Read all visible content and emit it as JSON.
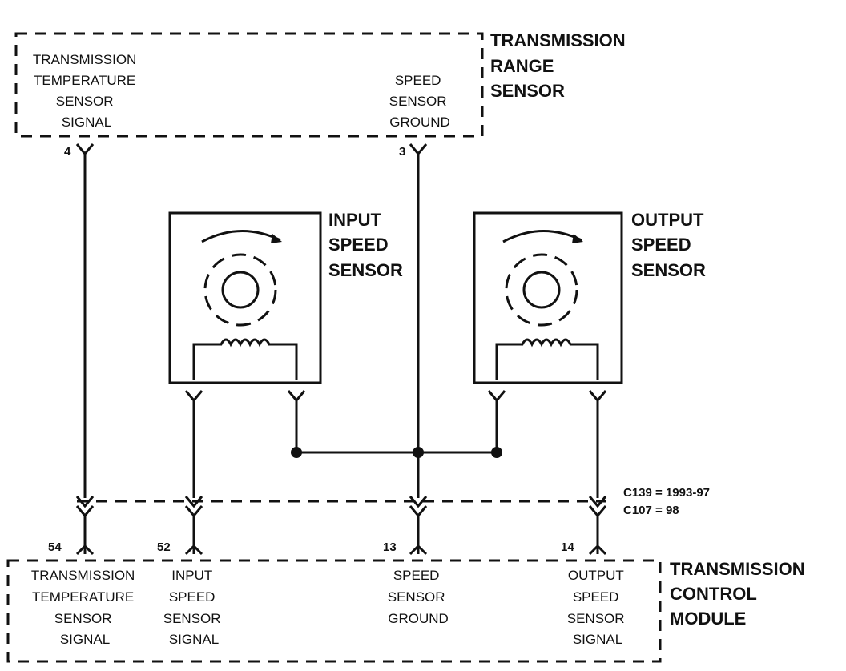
{
  "range_sensor": {
    "title": [
      "TRANSMISSION",
      "RANGE",
      "SENSOR"
    ],
    "temp_signal": [
      "TRANSMISSION",
      "TEMPERATURE",
      "SENSOR",
      "SIGNAL"
    ],
    "speed_ground": [
      "SPEED",
      "SENSOR",
      "GROUND"
    ],
    "pin_temp": "4",
    "pin_ground": "3"
  },
  "input_sensor": {
    "title": [
      "INPUT",
      "SPEED",
      "SENSOR"
    ]
  },
  "output_sensor": {
    "title": [
      "OUTPUT",
      "SPEED",
      "SENSOR"
    ]
  },
  "connector": {
    "line1": "C139 = 1993-97",
    "line2": "C107 = 98"
  },
  "tcm": {
    "title": [
      "TRANSMISSION",
      "CONTROL",
      "MODULE"
    ],
    "temp_signal": [
      "TRANSMISSION",
      "TEMPERATURE",
      "SENSOR",
      "SIGNAL"
    ],
    "input_signal": [
      "INPUT",
      "SPEED",
      "SENSOR",
      "SIGNAL"
    ],
    "speed_ground": [
      "SPEED",
      "SENSOR",
      "GROUND"
    ],
    "output_signal": [
      "OUTPUT",
      "SPEED",
      "SENSOR",
      "SIGNAL"
    ],
    "pin_temp": "54",
    "pin_input": "52",
    "pin_ground": "13",
    "pin_output": "14"
  }
}
